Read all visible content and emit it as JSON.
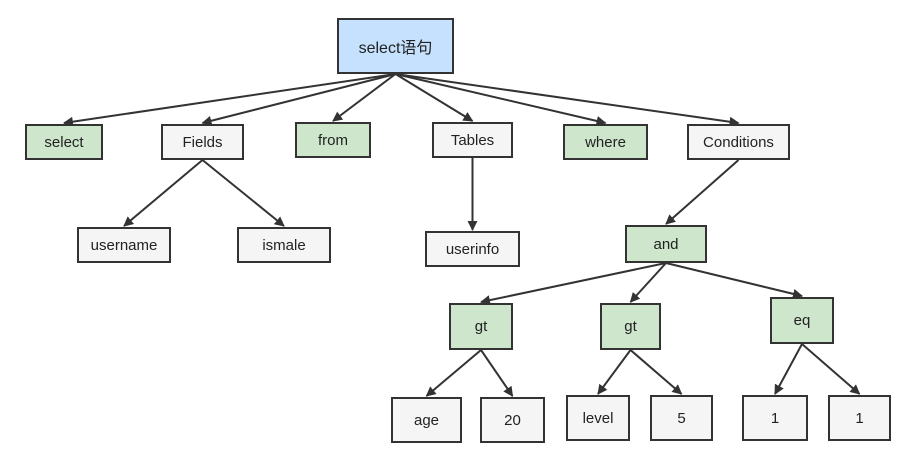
{
  "diagram": {
    "nodes": [
      {
        "id": "root",
        "label": "select语句",
        "style": "root"
      },
      {
        "id": "select",
        "label": "select",
        "style": "kw"
      },
      {
        "id": "fields",
        "label": "Fields",
        "style": "plain"
      },
      {
        "id": "from",
        "label": "from",
        "style": "kw"
      },
      {
        "id": "tables",
        "label": "Tables",
        "style": "plain"
      },
      {
        "id": "where",
        "label": "where",
        "style": "kw"
      },
      {
        "id": "conditions",
        "label": "Conditions",
        "style": "plain"
      },
      {
        "id": "username",
        "label": "username",
        "style": "plain"
      },
      {
        "id": "ismale",
        "label": "ismale",
        "style": "plain"
      },
      {
        "id": "userinfo",
        "label": "userinfo",
        "style": "plain"
      },
      {
        "id": "and",
        "label": "and",
        "style": "kw"
      },
      {
        "id": "gt1",
        "label": "gt",
        "style": "kw"
      },
      {
        "id": "gt2",
        "label": "gt",
        "style": "kw"
      },
      {
        "id": "eq",
        "label": "eq",
        "style": "kw"
      },
      {
        "id": "age",
        "label": "age",
        "style": "plain"
      },
      {
        "id": "v20",
        "label": "20",
        "style": "plain"
      },
      {
        "id": "level",
        "label": "level",
        "style": "plain"
      },
      {
        "id": "v5",
        "label": "5",
        "style": "plain"
      },
      {
        "id": "one_a",
        "label": "1",
        "style": "plain"
      },
      {
        "id": "one_b",
        "label": "1",
        "style": "plain"
      }
    ],
    "edges": [
      [
        "root",
        "select"
      ],
      [
        "root",
        "fields"
      ],
      [
        "root",
        "from"
      ],
      [
        "root",
        "tables"
      ],
      [
        "root",
        "where"
      ],
      [
        "root",
        "conditions"
      ],
      [
        "fields",
        "username"
      ],
      [
        "fields",
        "ismale"
      ],
      [
        "tables",
        "userinfo"
      ],
      [
        "conditions",
        "and"
      ],
      [
        "and",
        "gt1"
      ],
      [
        "and",
        "gt2"
      ],
      [
        "and",
        "eq"
      ],
      [
        "gt1",
        "age"
      ],
      [
        "gt1",
        "v20"
      ],
      [
        "gt2",
        "level"
      ],
      [
        "gt2",
        "v5"
      ],
      [
        "eq",
        "one_a"
      ],
      [
        "eq",
        "one_b"
      ]
    ]
  }
}
